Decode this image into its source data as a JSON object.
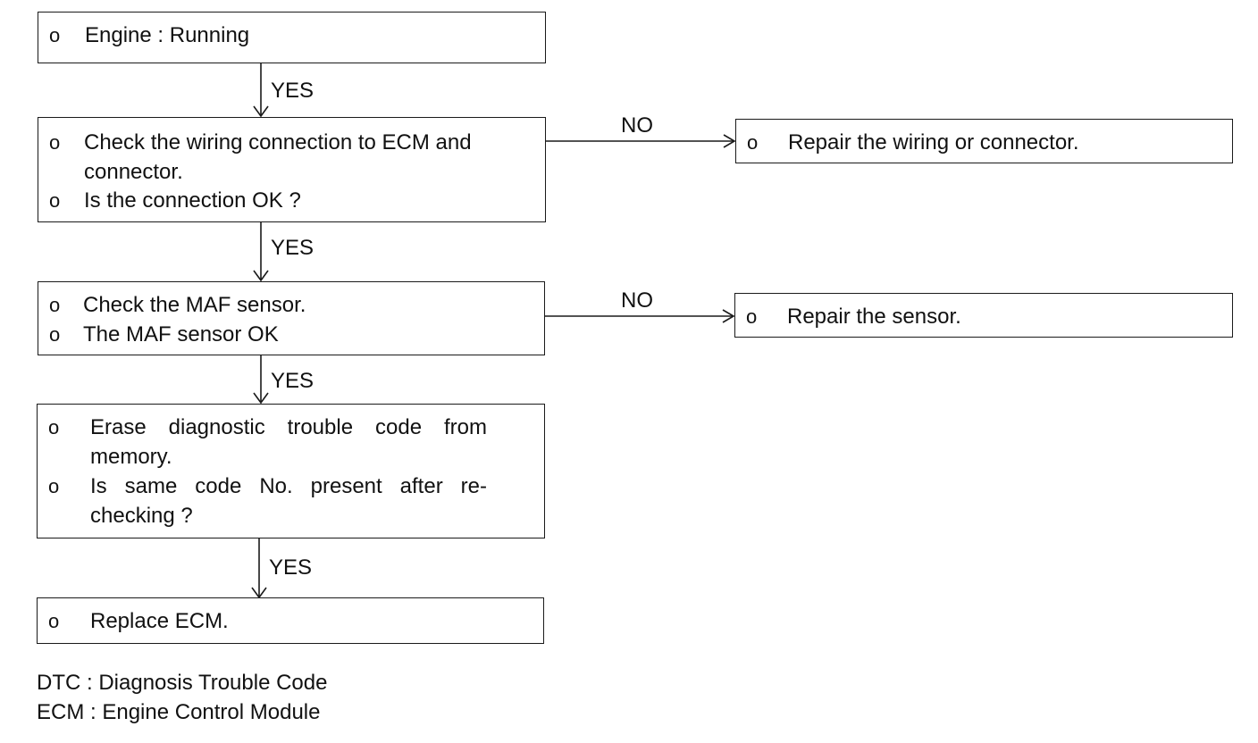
{
  "flowchart": {
    "steps": [
      {
        "id": "engine-running",
        "items": [
          "Engine : Running"
        ]
      },
      {
        "id": "check-wiring",
        "items": [
          "Check the wiring connection to ECM and",
          "connector.",
          "Is the connection OK ?"
        ]
      },
      {
        "id": "check-maf",
        "items": [
          "Check the MAF sensor.",
          "The MAF sensor OK"
        ]
      },
      {
        "id": "erase-dtc",
        "items": [
          "Erase diagnostic trouble code from",
          "memory.",
          "Is same code No. present after re-",
          "checking ?"
        ]
      },
      {
        "id": "replace-ecm",
        "items": [
          "Replace ECM."
        ]
      }
    ],
    "branches": [
      {
        "id": "repair-wiring",
        "items": [
          "Repair the wiring or connector."
        ]
      },
      {
        "id": "repair-sensor",
        "items": [
          "Repair the sensor."
        ]
      }
    ],
    "bullet": "o",
    "yes_label": "YES",
    "no_label": "NO"
  },
  "legend": [
    "DTC : Diagnosis Trouble Code",
    "ECM : Engine Control Module"
  ]
}
